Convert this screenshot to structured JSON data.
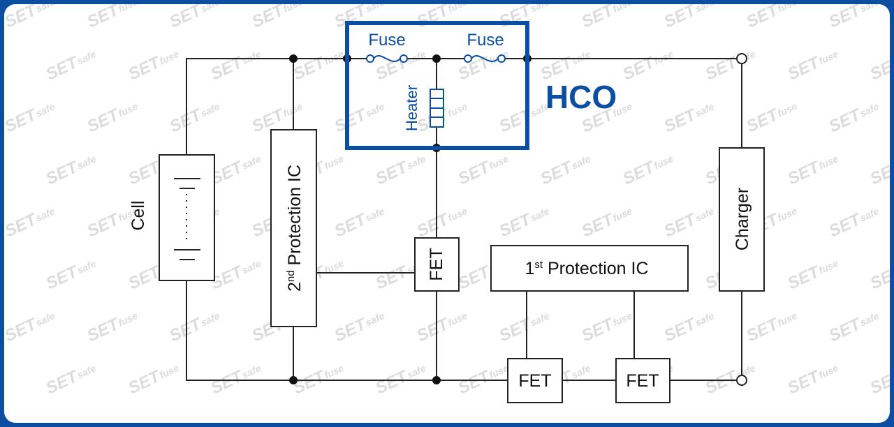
{
  "diagram": {
    "hco_label": "HCO",
    "fuse_left": "Fuse",
    "fuse_right": "Fuse",
    "heater": "Heater",
    "cell": "Cell",
    "protection2": {
      "main": "2",
      "sup": "nd",
      "rest": " Protection IC"
    },
    "protection1": {
      "main": "1",
      "sup": "st",
      "rest": " Protection IC"
    },
    "fet_vertical": "FET",
    "fet_bottom_left": "FET",
    "fet_bottom_right": "FET",
    "charger": "Charger"
  },
  "colors": {
    "frame": "#0b4ea2",
    "hco": "#0b4ea2",
    "wire": "#222222",
    "watermark": "#dcdcdc"
  },
  "watermark": {
    "brand": "SET",
    "word1": "safe",
    "word2": "fuse"
  }
}
